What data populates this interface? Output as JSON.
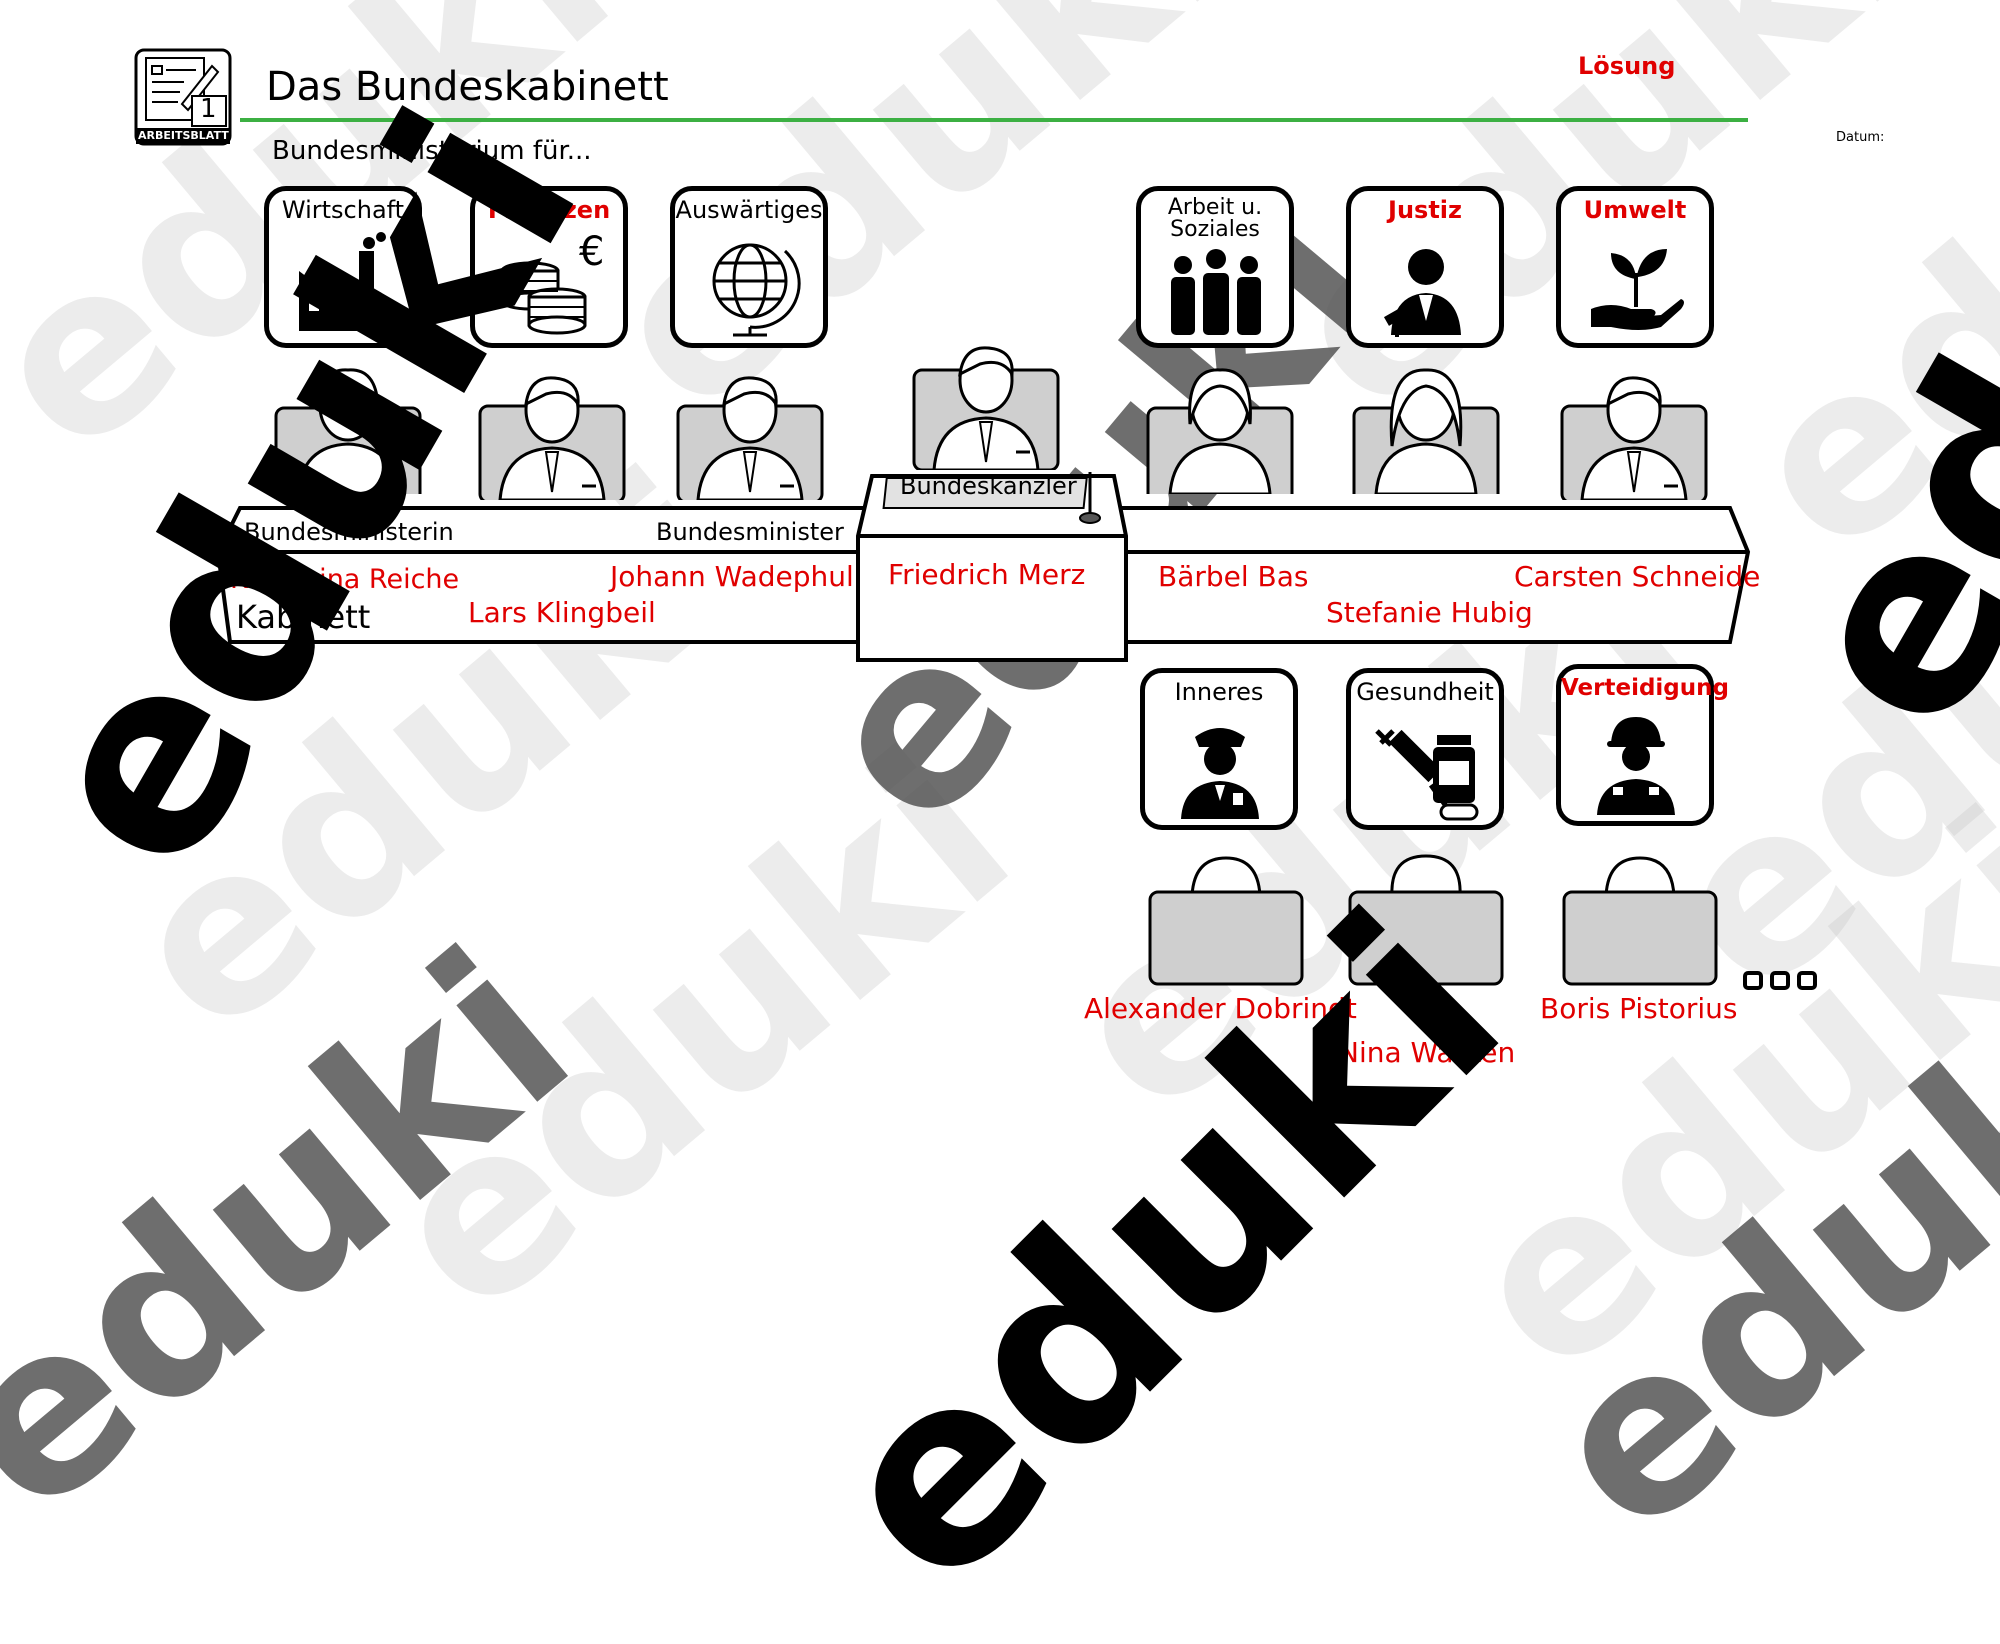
{
  "header": {
    "title": "Das Bundeskabinett",
    "sheet_number": "1",
    "sheet_label": "ARBEITSBLATT",
    "solution_label": "Lösung",
    "date_label": "Datum:",
    "subtitle": "Bundesministerium für..."
  },
  "ministries_top": [
    {
      "label": "Wirtschaft",
      "highlight": false,
      "icon": "factory-icon"
    },
    {
      "label": "Finanzen",
      "highlight": true,
      "icon": "coins-euro-icon"
    },
    {
      "label": "Auswärtiges",
      "highlight": false,
      "icon": "globe-icon"
    },
    {
      "label": "Arbeit u. Soziales",
      "highlight": false,
      "icon": "people-group-icon"
    },
    {
      "label": "Justiz",
      "highlight": true,
      "icon": "judge-icon"
    },
    {
      "label": "Umwelt",
      "highlight": true,
      "icon": "plant-hand-icon"
    }
  ],
  "ministries_bottom": [
    {
      "label": "Inneres",
      "highlight": false,
      "icon": "police-icon"
    },
    {
      "label": "Gesundheit",
      "highlight": false,
      "icon": "syringe-medicine-icon"
    },
    {
      "label": "Verteidigung",
      "highlight": true,
      "icon": "soldier-icon"
    }
  ],
  "table": {
    "left_label": "Bundesministerin",
    "right_label": "Bundesminister",
    "cabinet_label": "Kabinett",
    "chancellor_label": "Bundeskanzler"
  },
  "names": {
    "reiche": "Katherina Reiche",
    "klingbeil": "Lars Klingbeil",
    "wadephul": "Johann Wadephul",
    "merz": "Friedrich Merz",
    "bas": "Bärbel Bas",
    "hubig": "Stefanie Hubig",
    "schneider": "Carsten Schneide",
    "dobrindt": "Alexander Dobrindt",
    "warken": "Nina Warken",
    "pistorius": "Boris Pistorius"
  },
  "watermark": "eduki",
  "colors": {
    "highlight": "#e00000",
    "rule": "#3cb043"
  }
}
